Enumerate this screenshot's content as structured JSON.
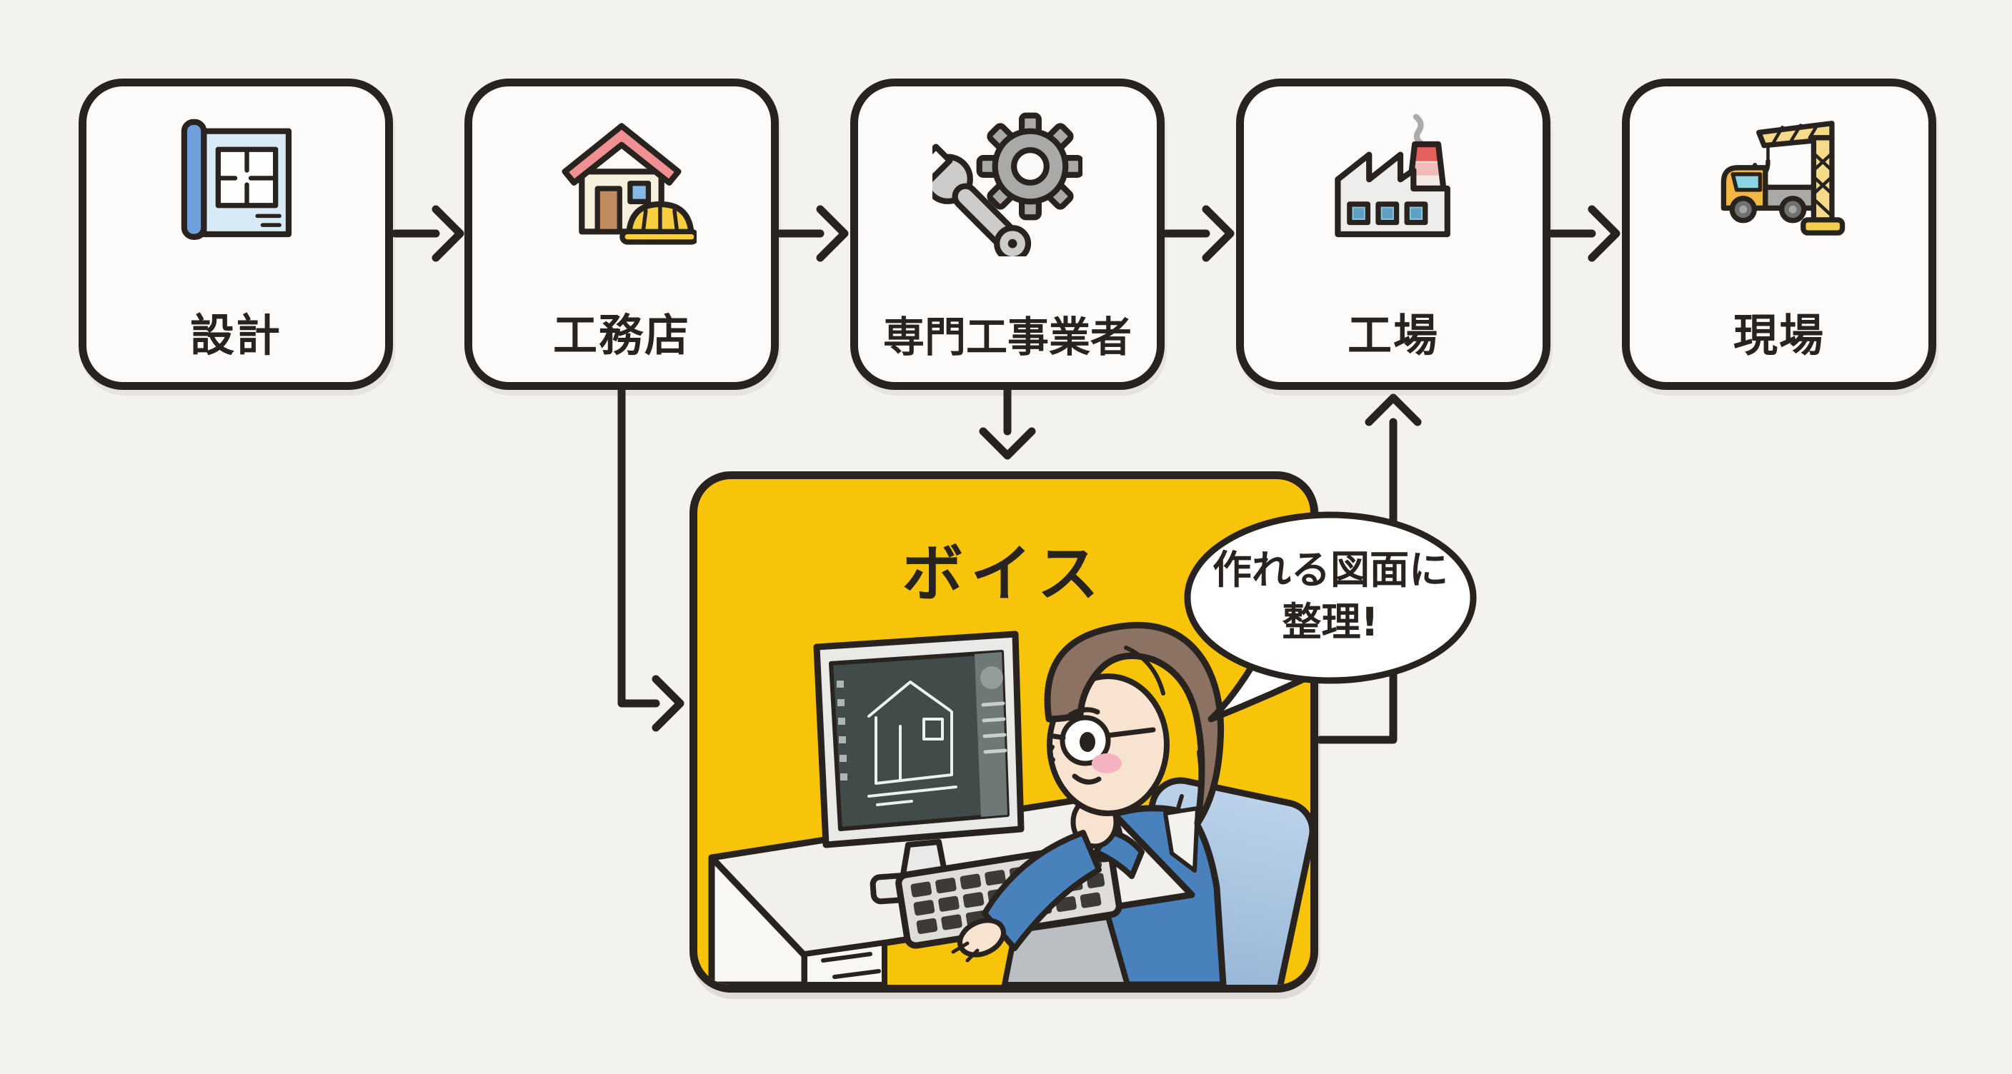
{
  "colors": {
    "background": "#F4F2EE",
    "outline": "#292320",
    "box_fill": "#FCFBF9",
    "accent_yellow": "#F7C40A",
    "bubble_fill": "#FFFFFF"
  },
  "flow_boxes": [
    {
      "label": "設計",
      "icon": "blueprint-icon"
    },
    {
      "label": "工務店",
      "icon": "house-helmet-icon"
    },
    {
      "label": "専門工事業者",
      "icon": "wrench-gear-icon"
    },
    {
      "label": "工場",
      "icon": "factory-icon"
    },
    {
      "label": "現場",
      "icon": "truck-crane-icon"
    }
  ],
  "center_box": {
    "title": "ボイス"
  },
  "speech_bubble": {
    "line1": "作れる図面に",
    "line2": "整理!"
  },
  "connections": [
    {
      "from": "設計",
      "to": "工務店"
    },
    {
      "from": "工務店",
      "to": "専門工事業者"
    },
    {
      "from": "専門工事業者",
      "to": "工場"
    },
    {
      "from": "工場",
      "to": "現場"
    },
    {
      "from": "工務店",
      "to": "ボイス"
    },
    {
      "from": "専門工事業者",
      "to": "ボイス"
    },
    {
      "from": "ボイス",
      "to": "工場"
    }
  ]
}
